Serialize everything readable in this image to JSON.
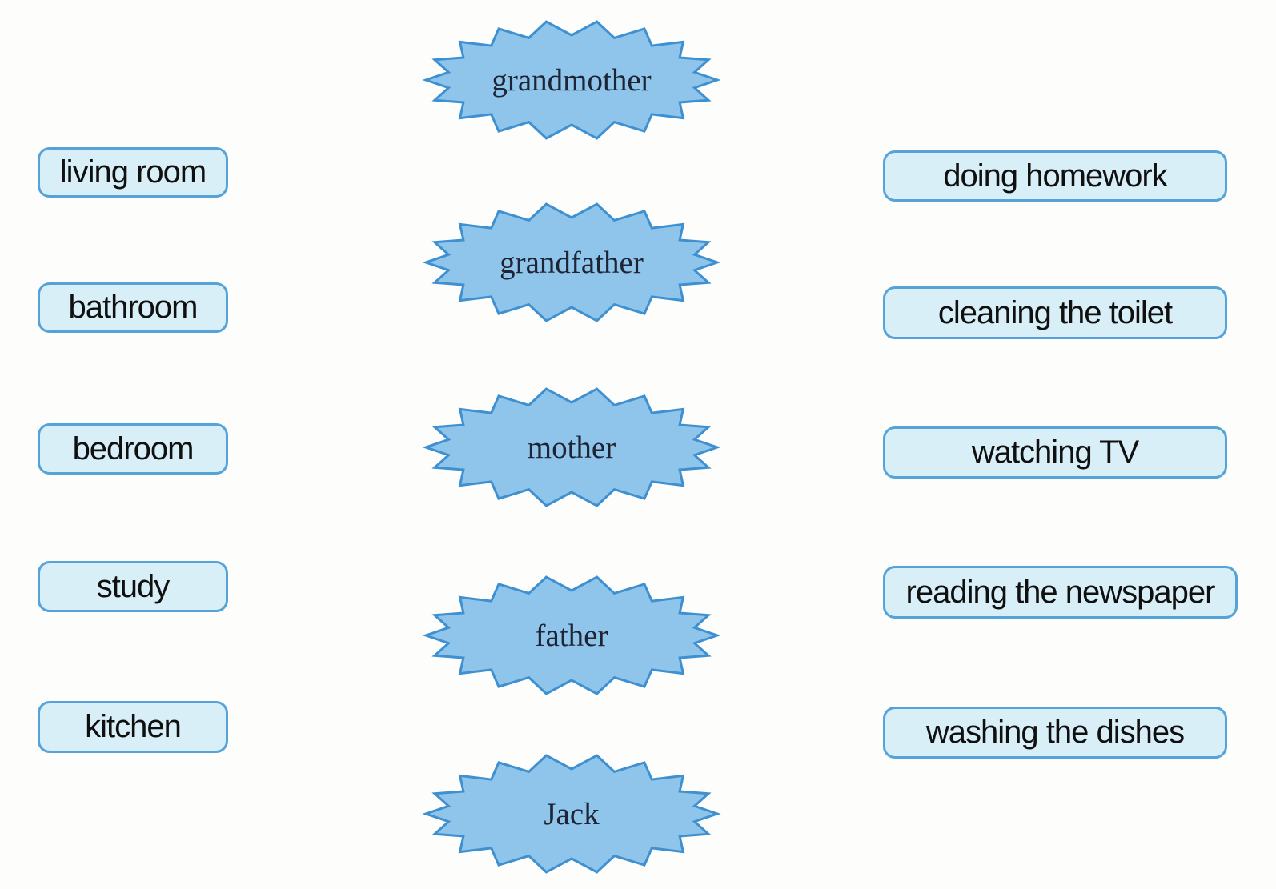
{
  "colors": {
    "page_bg": "#fdfdfb",
    "box_fill": "#d8eff8",
    "box_border": "#55a3d9",
    "box_text": "#101010",
    "star_fill": "#8fc5eb",
    "star_border": "#3f90d0",
    "star_text": "#1e2433"
  },
  "rooms": [
    {
      "label": "living room"
    },
    {
      "label": "bathroom"
    },
    {
      "label": "bedroom"
    },
    {
      "label": "study"
    },
    {
      "label": "kitchen"
    }
  ],
  "family": [
    {
      "label": "grandmother"
    },
    {
      "label": "grandfather"
    },
    {
      "label": "mother"
    },
    {
      "label": "father"
    },
    {
      "label": "Jack"
    }
  ],
  "activities": [
    {
      "label": "doing homework"
    },
    {
      "label": "cleaning the toilet"
    },
    {
      "label": "watching TV"
    },
    {
      "label": "reading the newspaper"
    },
    {
      "label": "washing the dishes"
    }
  ]
}
